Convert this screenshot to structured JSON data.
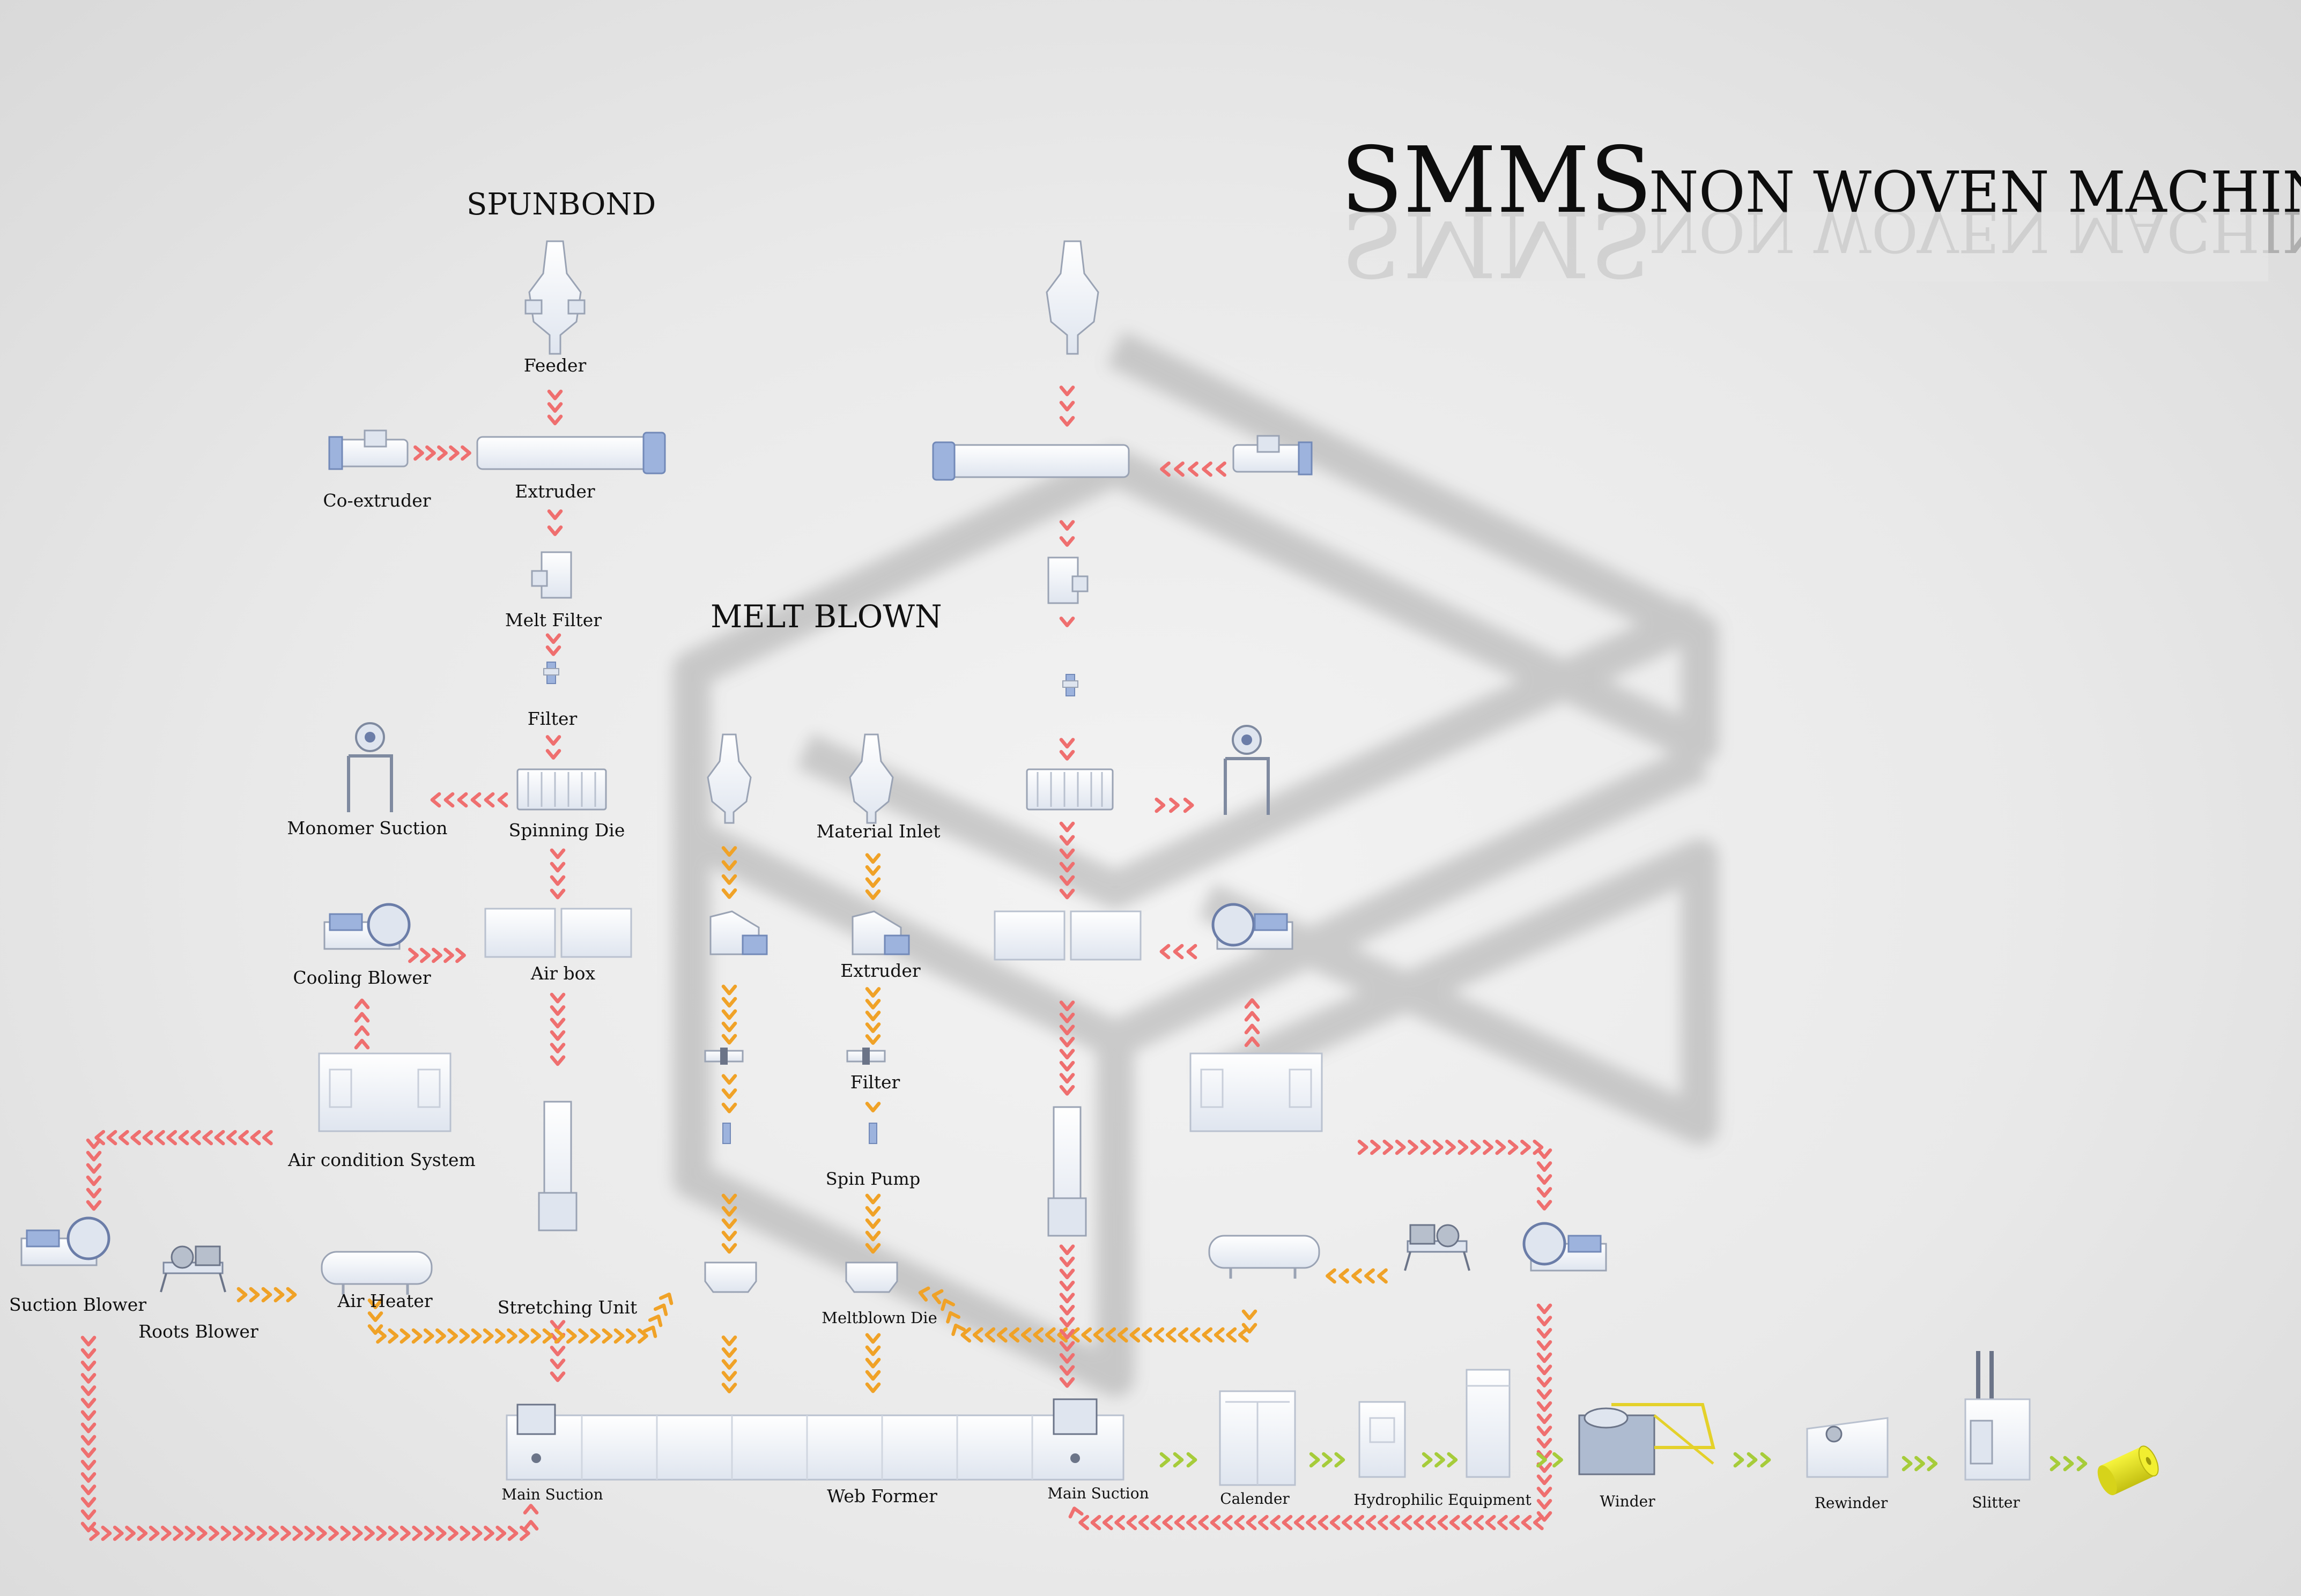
{
  "title": {
    "main": "SMMS",
    "sub": "NON WOVEN MACHINE"
  },
  "sections": {
    "spunbond": "SPUNBOND",
    "meltblown": "MELT BLOWN"
  },
  "colors": {
    "spunbond_flow": "#ef6f6f",
    "meltblown_flow": "#f0a227",
    "product_flow": "#a6cc3a",
    "machine_body": "#f4f6fa",
    "machine_accent": "#8ea6d4",
    "product_roll": "#e6e221",
    "background": "#e9e9e9"
  },
  "labels": {
    "feeder": "Feeder",
    "co_extruder": "Co-extruder",
    "extruder_sb": "Extruder",
    "melt_filter": "Melt Filter",
    "filter_sb": "Filter",
    "monomer_suction": "Monomer Suction",
    "spinning_die": "Spinning Die",
    "cooling_blower": "Cooling Blower",
    "air_box": "Air box",
    "air_condition": "Air condition System",
    "suction_blower": "Suction Blower",
    "roots_blower": "Roots Blower",
    "air_heater": "Air Heater",
    "stretching_unit": "Stretching Unit",
    "material_inlet": "Material Inlet",
    "extruder_mb": "Extruder",
    "filter_mb": "Filter",
    "spin_pump": "Spin Pump",
    "meltblown_die": "Meltblown Die",
    "main_suction_left": "Main Suction",
    "web_former": "Web Former",
    "main_suction_right": "Main Suction",
    "calender": "Calender",
    "hydrophilic": "Hydrophilic Equipment",
    "winder": "Winder",
    "rewinder": "Rewinder",
    "slitter": "Slitter"
  },
  "icons": [
    "feeder-hopper-icon",
    "extruder-icon",
    "melt-filter-icon",
    "filter-icon",
    "spinning-die-icon",
    "monomer-suction-icon",
    "air-box-icon",
    "cooling-blower-icon",
    "air-condition-unit-icon",
    "stretching-unit-icon",
    "roots-blower-icon",
    "air-heater-icon",
    "spin-pump-icon",
    "meltblown-die-icon",
    "web-former-icon",
    "calender-icon",
    "hydrophilic-equipment-icon",
    "winder-icon",
    "rewinder-icon",
    "slitter-icon",
    "nonwoven-roll-icon",
    "watermark-logo-icon"
  ]
}
